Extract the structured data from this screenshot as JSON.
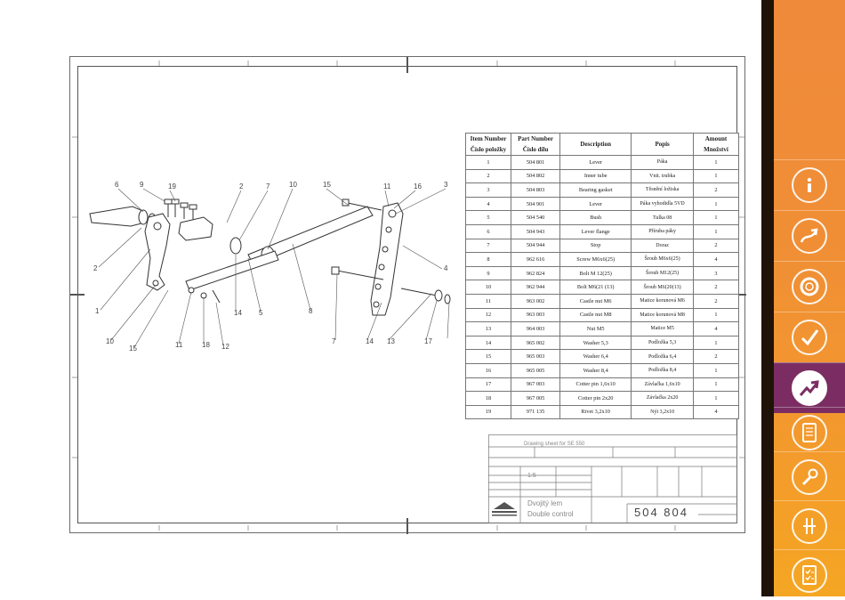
{
  "table": {
    "headers": [
      {
        "line1": "Item Number",
        "line2": "Číslo položky"
      },
      {
        "line1": "Part Number",
        "line2": "Číslo dílu"
      },
      {
        "line1": "Description",
        "line2": ""
      },
      {
        "line1": "Popis",
        "line2": ""
      },
      {
        "line1": "Amount",
        "line2": "Množství"
      }
    ],
    "rows": [
      [
        "1",
        "504 801",
        "Lever",
        "Páka",
        "1"
      ],
      [
        "2",
        "504 802",
        "Inner tube",
        "Vnit. trubka",
        "1"
      ],
      [
        "3",
        "504 803",
        "Bearing gasket",
        "Těsnění ložiska",
        "2"
      ],
      [
        "4",
        "504 901",
        "Lever",
        "Páka vyhodidla 5VD",
        "1"
      ],
      [
        "5",
        "504 540",
        "Bush",
        "Tulka 08",
        "1"
      ],
      [
        "6",
        "504 943",
        "Lever flange",
        "Příruba páky",
        "1"
      ],
      [
        "7",
        "504 944",
        "Stop",
        "Doraz",
        "2"
      ],
      [
        "8",
        "962 616",
        "Screw M6x6(25)",
        "Šroub M6x6(25)",
        "4"
      ],
      [
        "9",
        "962 824",
        "Bolt M 12(25)",
        "Šroub M12(25)",
        "3"
      ],
      [
        "10",
        "962 944",
        "Bolt M6(21 (13)",
        "Šroub M6(20(13)",
        "2"
      ],
      [
        "11",
        "963 002",
        "Castle nut M6",
        "Matice korunová M6",
        "2"
      ],
      [
        "12",
        "963 003",
        "Castle nut M8",
        "Matice korunová M8",
        "1"
      ],
      [
        "13",
        "964 003",
        "Nut M5",
        "Matice M5",
        "4"
      ],
      [
        "14",
        "965 002",
        "Washer 5,3",
        "Podložka 5,3",
        "1"
      ],
      [
        "15",
        "965 003",
        "Washer 6,4",
        "Podložka 6,4",
        "2"
      ],
      [
        "16",
        "965 005",
        "Washer 8,4",
        "Podložka 8,4",
        "1"
      ],
      [
        "17",
        "967 003",
        "Cotter pin 1,6x10",
        "Závlačka 1,6x10",
        "1"
      ],
      [
        "18",
        "967 005",
        "Cotter pin 2x20",
        "Závlačka 2x20",
        "1"
      ],
      [
        "19",
        "971 135",
        "Rivet 3,2x10",
        "Nýt 3,2x10",
        "4"
      ]
    ]
  },
  "balloons": [
    "6",
    "9",
    "19",
    "2",
    "7",
    "10",
    "15",
    "11",
    "16",
    "3",
    "2",
    "1",
    "10",
    "15",
    "11",
    "18",
    "12",
    "14",
    "5",
    "8",
    "7",
    "14",
    "13",
    "17",
    "4"
  ],
  "title_block": {
    "drawing_number": "504 804",
    "title_line1": "Dvojitý lem",
    "title_line2": "Double control",
    "scale": "1:5",
    "header": "Drawing sheet for SE 550"
  },
  "sidebar": {
    "icons": [
      "info-icon",
      "curve-arrow-icon",
      "lifebuoy-icon",
      "check-icon",
      "trend-arrow-icon",
      "tablet-icon",
      "wrench-icon",
      "plug-icon",
      "checklist-icon"
    ],
    "active_index": 4,
    "accent_color": "#7b2d63",
    "panel_color": "#f08e36"
  }
}
